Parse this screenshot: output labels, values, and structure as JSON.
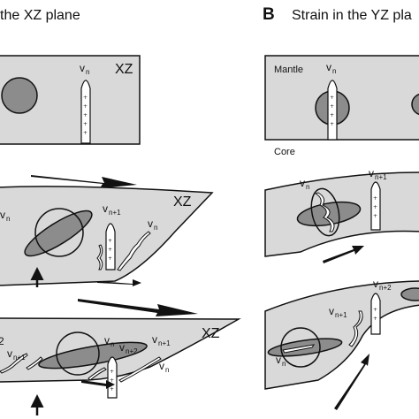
{
  "panel_a": {
    "title": "the XZ plane",
    "plane_label_1": "XZ",
    "plane_label_2": "XZ",
    "plane_label_3": "XZ"
  },
  "panel_b": {
    "letter": "B",
    "title": "Strain in the YZ pla",
    "mantle": "Mantle",
    "core": "Core"
  },
  "vein_labels": {
    "v": "v",
    "n": "n",
    "n_plus_1": "n+1",
    "n_plus_2": "n+2",
    "two": "2"
  },
  "colors": {
    "plane_fill": "#d9d9d9",
    "marker_fill": "#8c8c8c",
    "stroke": "#111111",
    "vein_fill": "#ffffff",
    "arrow": "#111111"
  }
}
